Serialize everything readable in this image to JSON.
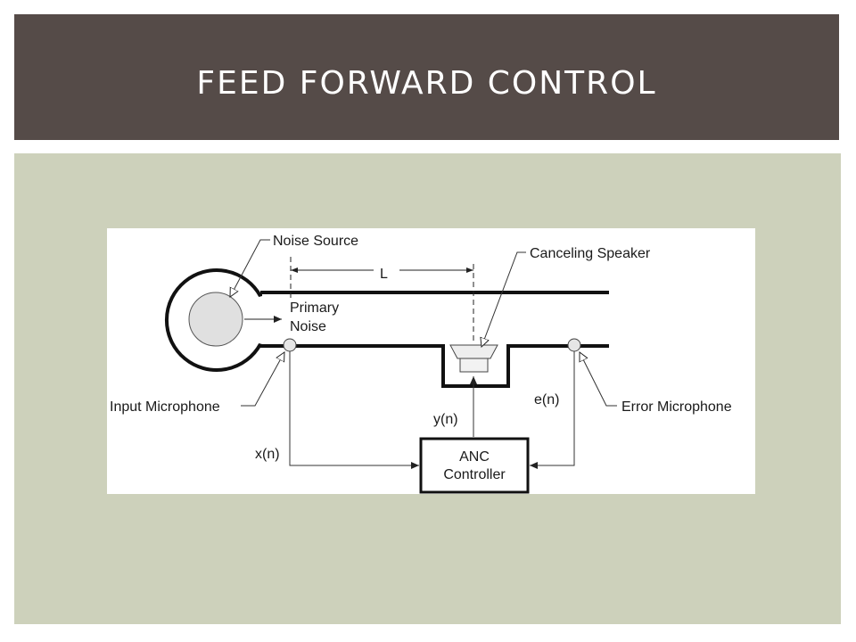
{
  "slide": {
    "title": "FEED FORWARD CONTROL"
  },
  "diagram": {
    "labels": {
      "noise_source": "Noise Source",
      "length": "L",
      "canceling_speaker": "Canceling Speaker",
      "primary_noise_line1": "Primary",
      "primary_noise_line2": "Noise",
      "input_microphone": "Input Microphone",
      "error_microphone": "Error Microphone",
      "x_signal": "x(n)",
      "y_signal": "y(n)",
      "e_signal": "e(n)",
      "controller_line1": "ANC",
      "controller_line2": "Controller"
    }
  },
  "colors": {
    "title_bar": "#554b48",
    "content_panel": "#cdd1bb"
  }
}
